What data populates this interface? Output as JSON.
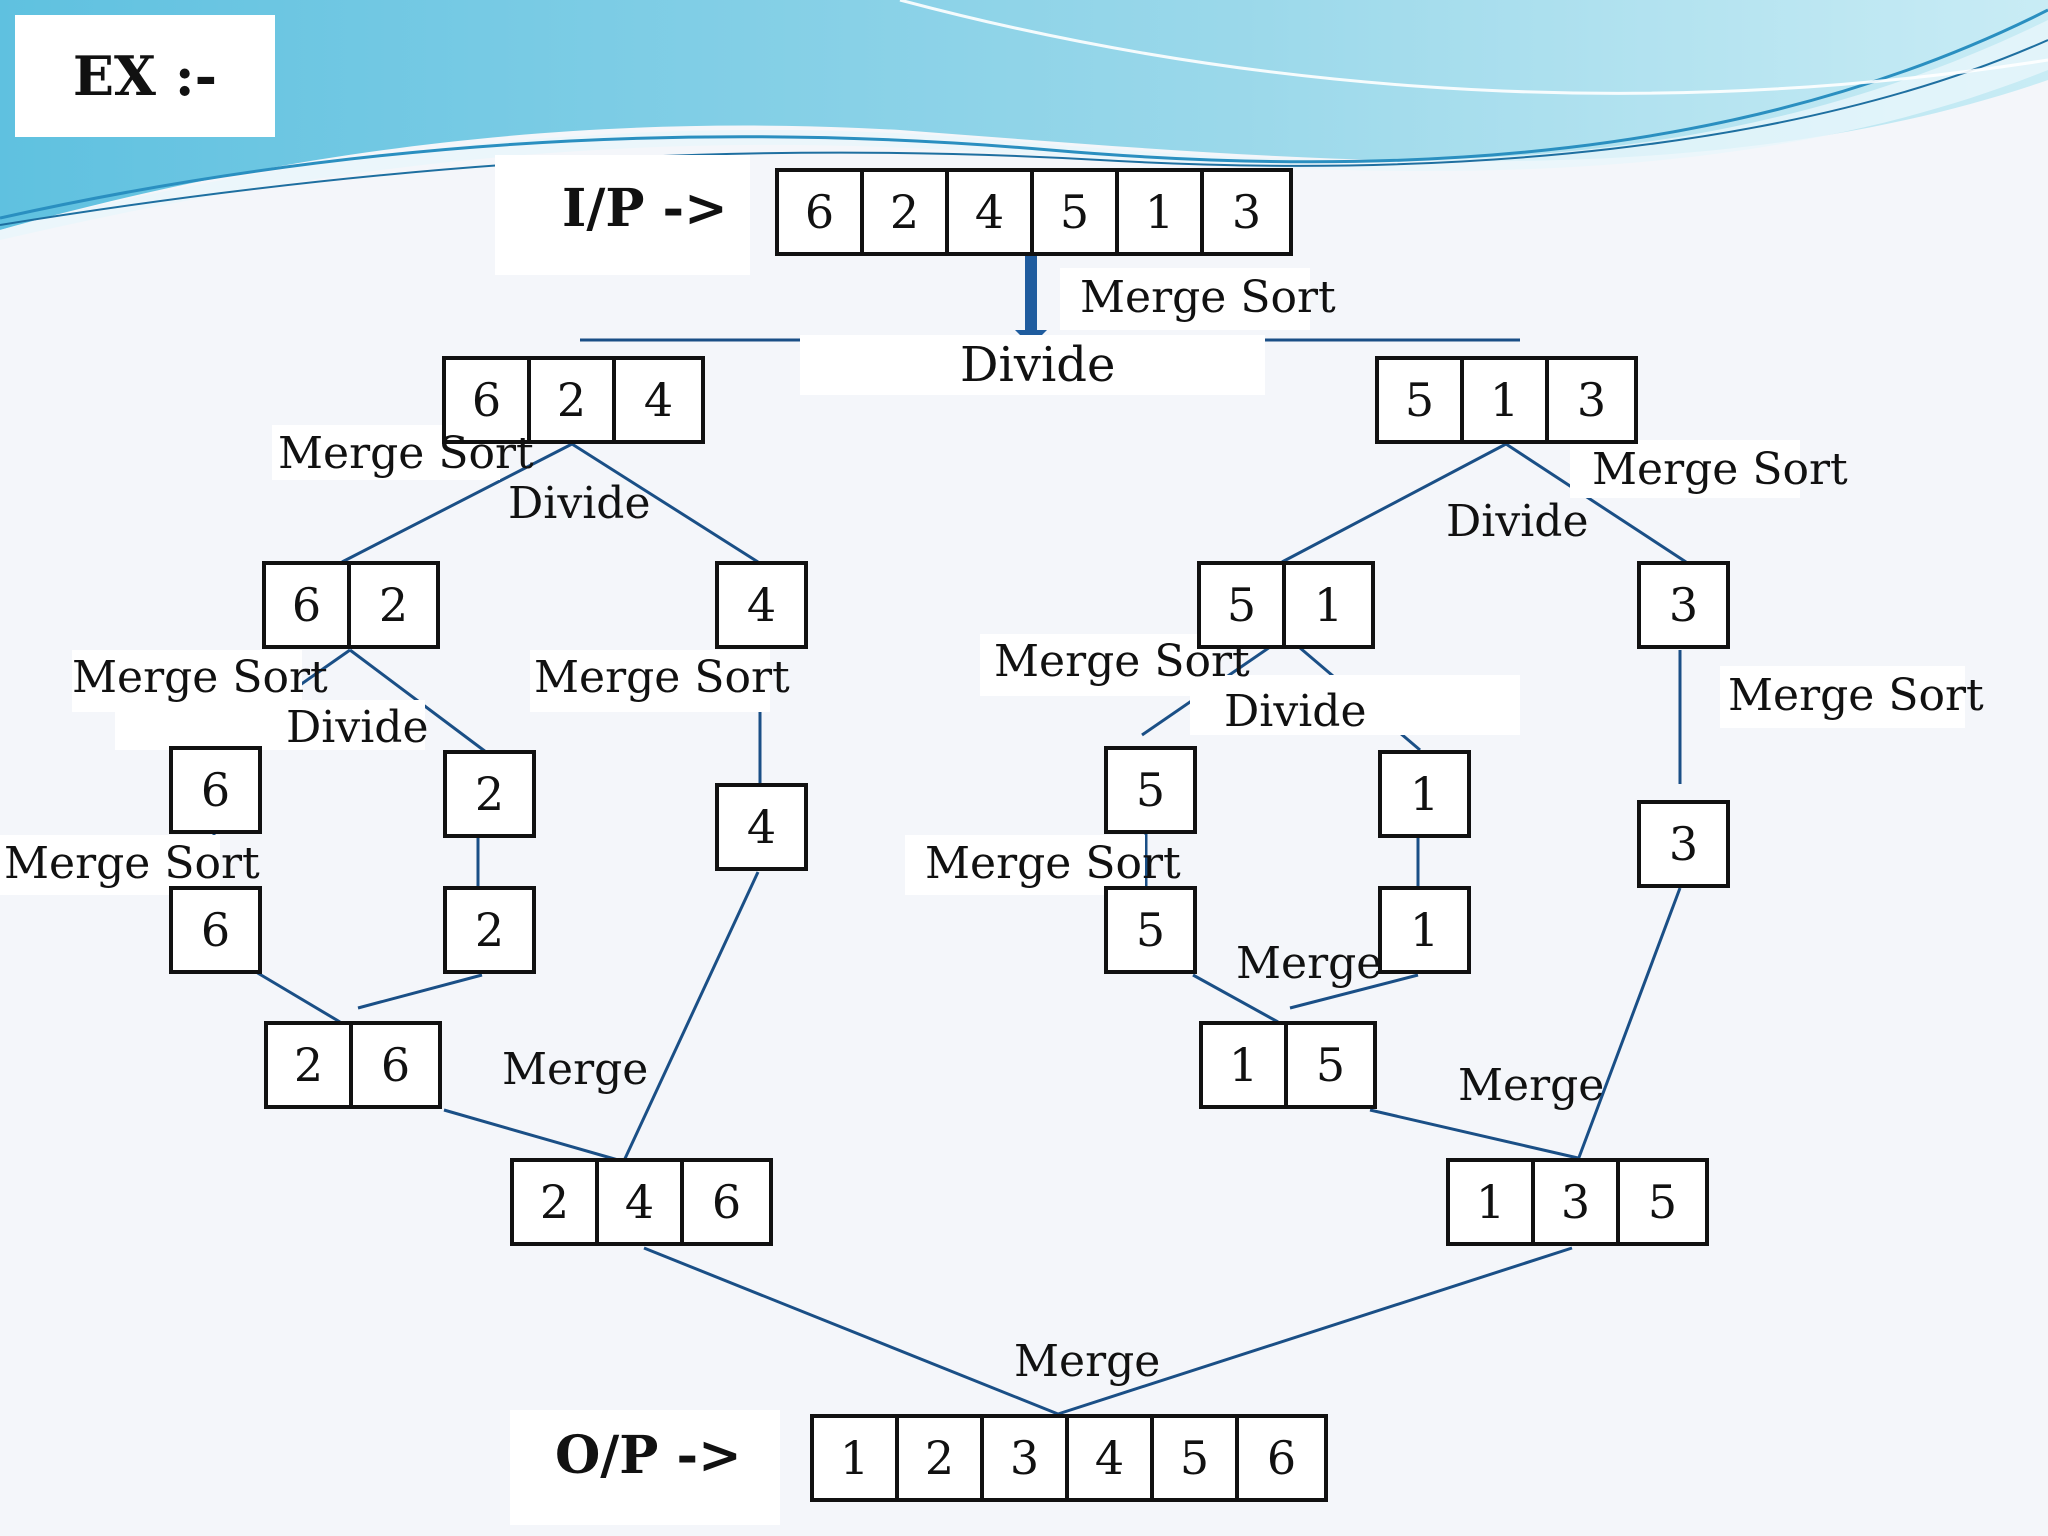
{
  "title": "EX :-",
  "input_label": "I/P ->",
  "output_label": "O/P ->",
  "arrays": {
    "input": [
      "6",
      "2",
      "4",
      "5",
      "1",
      "3"
    ],
    "left_half": [
      "6",
      "2",
      "4"
    ],
    "right_half": [
      "5",
      "1",
      "3"
    ],
    "l_62": [
      "6",
      "2"
    ],
    "l_4": [
      "4"
    ],
    "r_51": [
      "5",
      "1"
    ],
    "r_3": [
      "3"
    ],
    "l_6": [
      "6"
    ],
    "l_2": [
      "2"
    ],
    "l_4b": [
      "4"
    ],
    "r_5": [
      "5"
    ],
    "r_1": [
      "1"
    ],
    "r_3b": [
      "3"
    ],
    "l_6b": [
      "6"
    ],
    "l_2b": [
      "2"
    ],
    "r_5b": [
      "5"
    ],
    "r_1b": [
      "1"
    ],
    "l_26": [
      "2",
      "6"
    ],
    "r_15": [
      "1",
      "5"
    ],
    "l_246": [
      "2",
      "4",
      "6"
    ],
    "r_135": [
      "1",
      "3",
      "5"
    ],
    "output": [
      "1",
      "2",
      "3",
      "4",
      "5",
      "6"
    ]
  },
  "labels": {
    "merge_sort": "Merge Sort",
    "divide": "Divide",
    "merge": "Merge"
  },
  "colors": {
    "connector": "#1a4f86",
    "top_arrow": "#1f5c9e",
    "wave_light": "#8fd3e8",
    "wave_dark": "#2a8fc0"
  }
}
